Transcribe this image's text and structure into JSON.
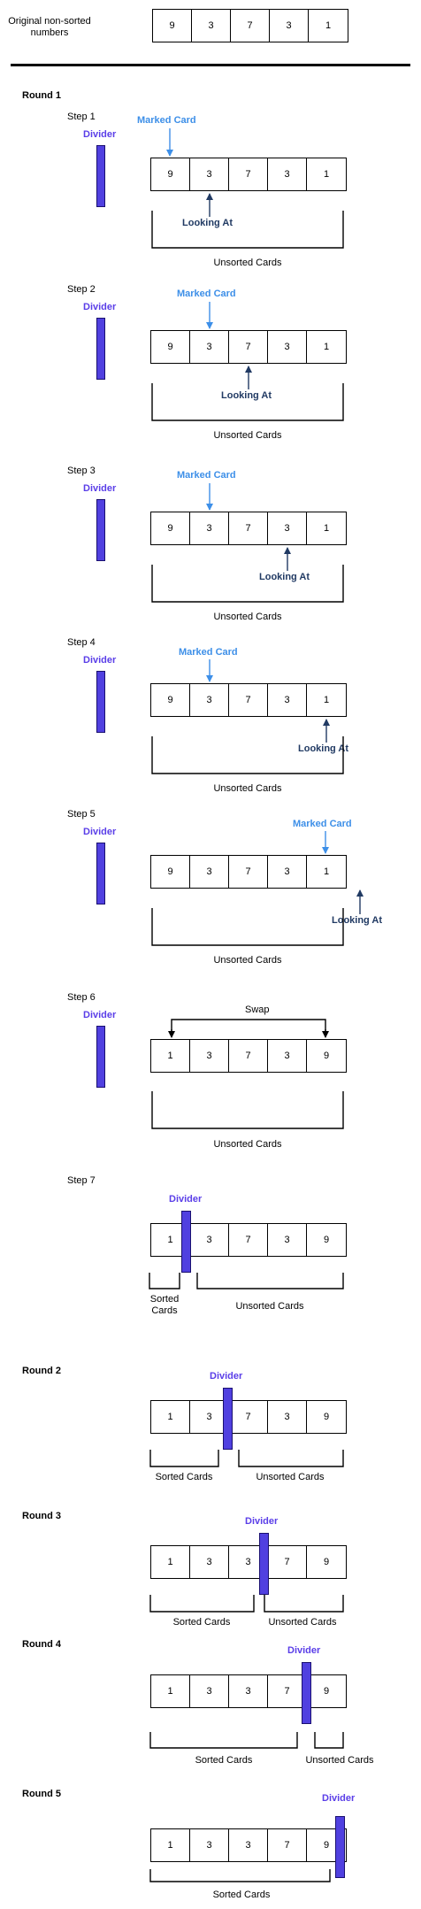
{
  "header": {
    "label": "Original non-sorted numbers",
    "values": [
      "9",
      "3",
      "7",
      "3",
      "1"
    ]
  },
  "round1": {
    "title": "Round 1",
    "steps": [
      {
        "label": "Step 1",
        "values": [
          "9",
          "3",
          "7",
          "3",
          "1"
        ],
        "marked": "Marked Card",
        "looking": "Looking At",
        "bracket": "Unsorted Cards"
      },
      {
        "label": "Step 2",
        "values": [
          "9",
          "3",
          "7",
          "3",
          "1"
        ],
        "marked": "Marked Card",
        "looking": "Looking At",
        "bracket": "Unsorted Cards"
      },
      {
        "label": "Step 3",
        "values": [
          "9",
          "3",
          "7",
          "3",
          "1"
        ],
        "marked": "Marked Card",
        "looking": "Looking At",
        "bracket": "Unsorted Cards"
      },
      {
        "label": "Step 4",
        "values": [
          "9",
          "3",
          "7",
          "3",
          "1"
        ],
        "marked": "Marked Card",
        "looking": "Looking At",
        "bracket": "Unsorted Cards"
      },
      {
        "label": "Step 5",
        "values": [
          "9",
          "3",
          "7",
          "3",
          "1"
        ],
        "marked": "Marked Card",
        "looking": "Looking At",
        "bracket": "Unsorted Cards"
      },
      {
        "label": "Step 6",
        "values": [
          "1",
          "3",
          "7",
          "3",
          "9"
        ],
        "swap": "Swap",
        "bracket": "Unsorted Cards"
      },
      {
        "label": "Step 7",
        "values": [
          "1",
          "3",
          "7",
          "3",
          "9"
        ],
        "sorted": "Sorted Cards",
        "unsorted": "Unsorted Cards"
      }
    ]
  },
  "divider_label": "Divider",
  "round2": {
    "title": "Round 2",
    "values": [
      "1",
      "3",
      "7",
      "3",
      "9"
    ],
    "sorted": "Sorted Cards",
    "unsorted": "Unsorted Cards"
  },
  "round3": {
    "title": "Round 3",
    "values": [
      "1",
      "3",
      "3",
      "7",
      "9"
    ],
    "sorted": "Sorted Cards",
    "unsorted": "Unsorted Cards"
  },
  "round4": {
    "title": "Round 4",
    "values": [
      "1",
      "3",
      "3",
      "7",
      "9"
    ],
    "sorted": "Sorted Cards",
    "unsorted": "Unsorted Cards"
  },
  "round5": {
    "title": "Round 5",
    "values": [
      "1",
      "3",
      "3",
      "7",
      "9"
    ],
    "sorted": "Sorted Cards"
  }
}
